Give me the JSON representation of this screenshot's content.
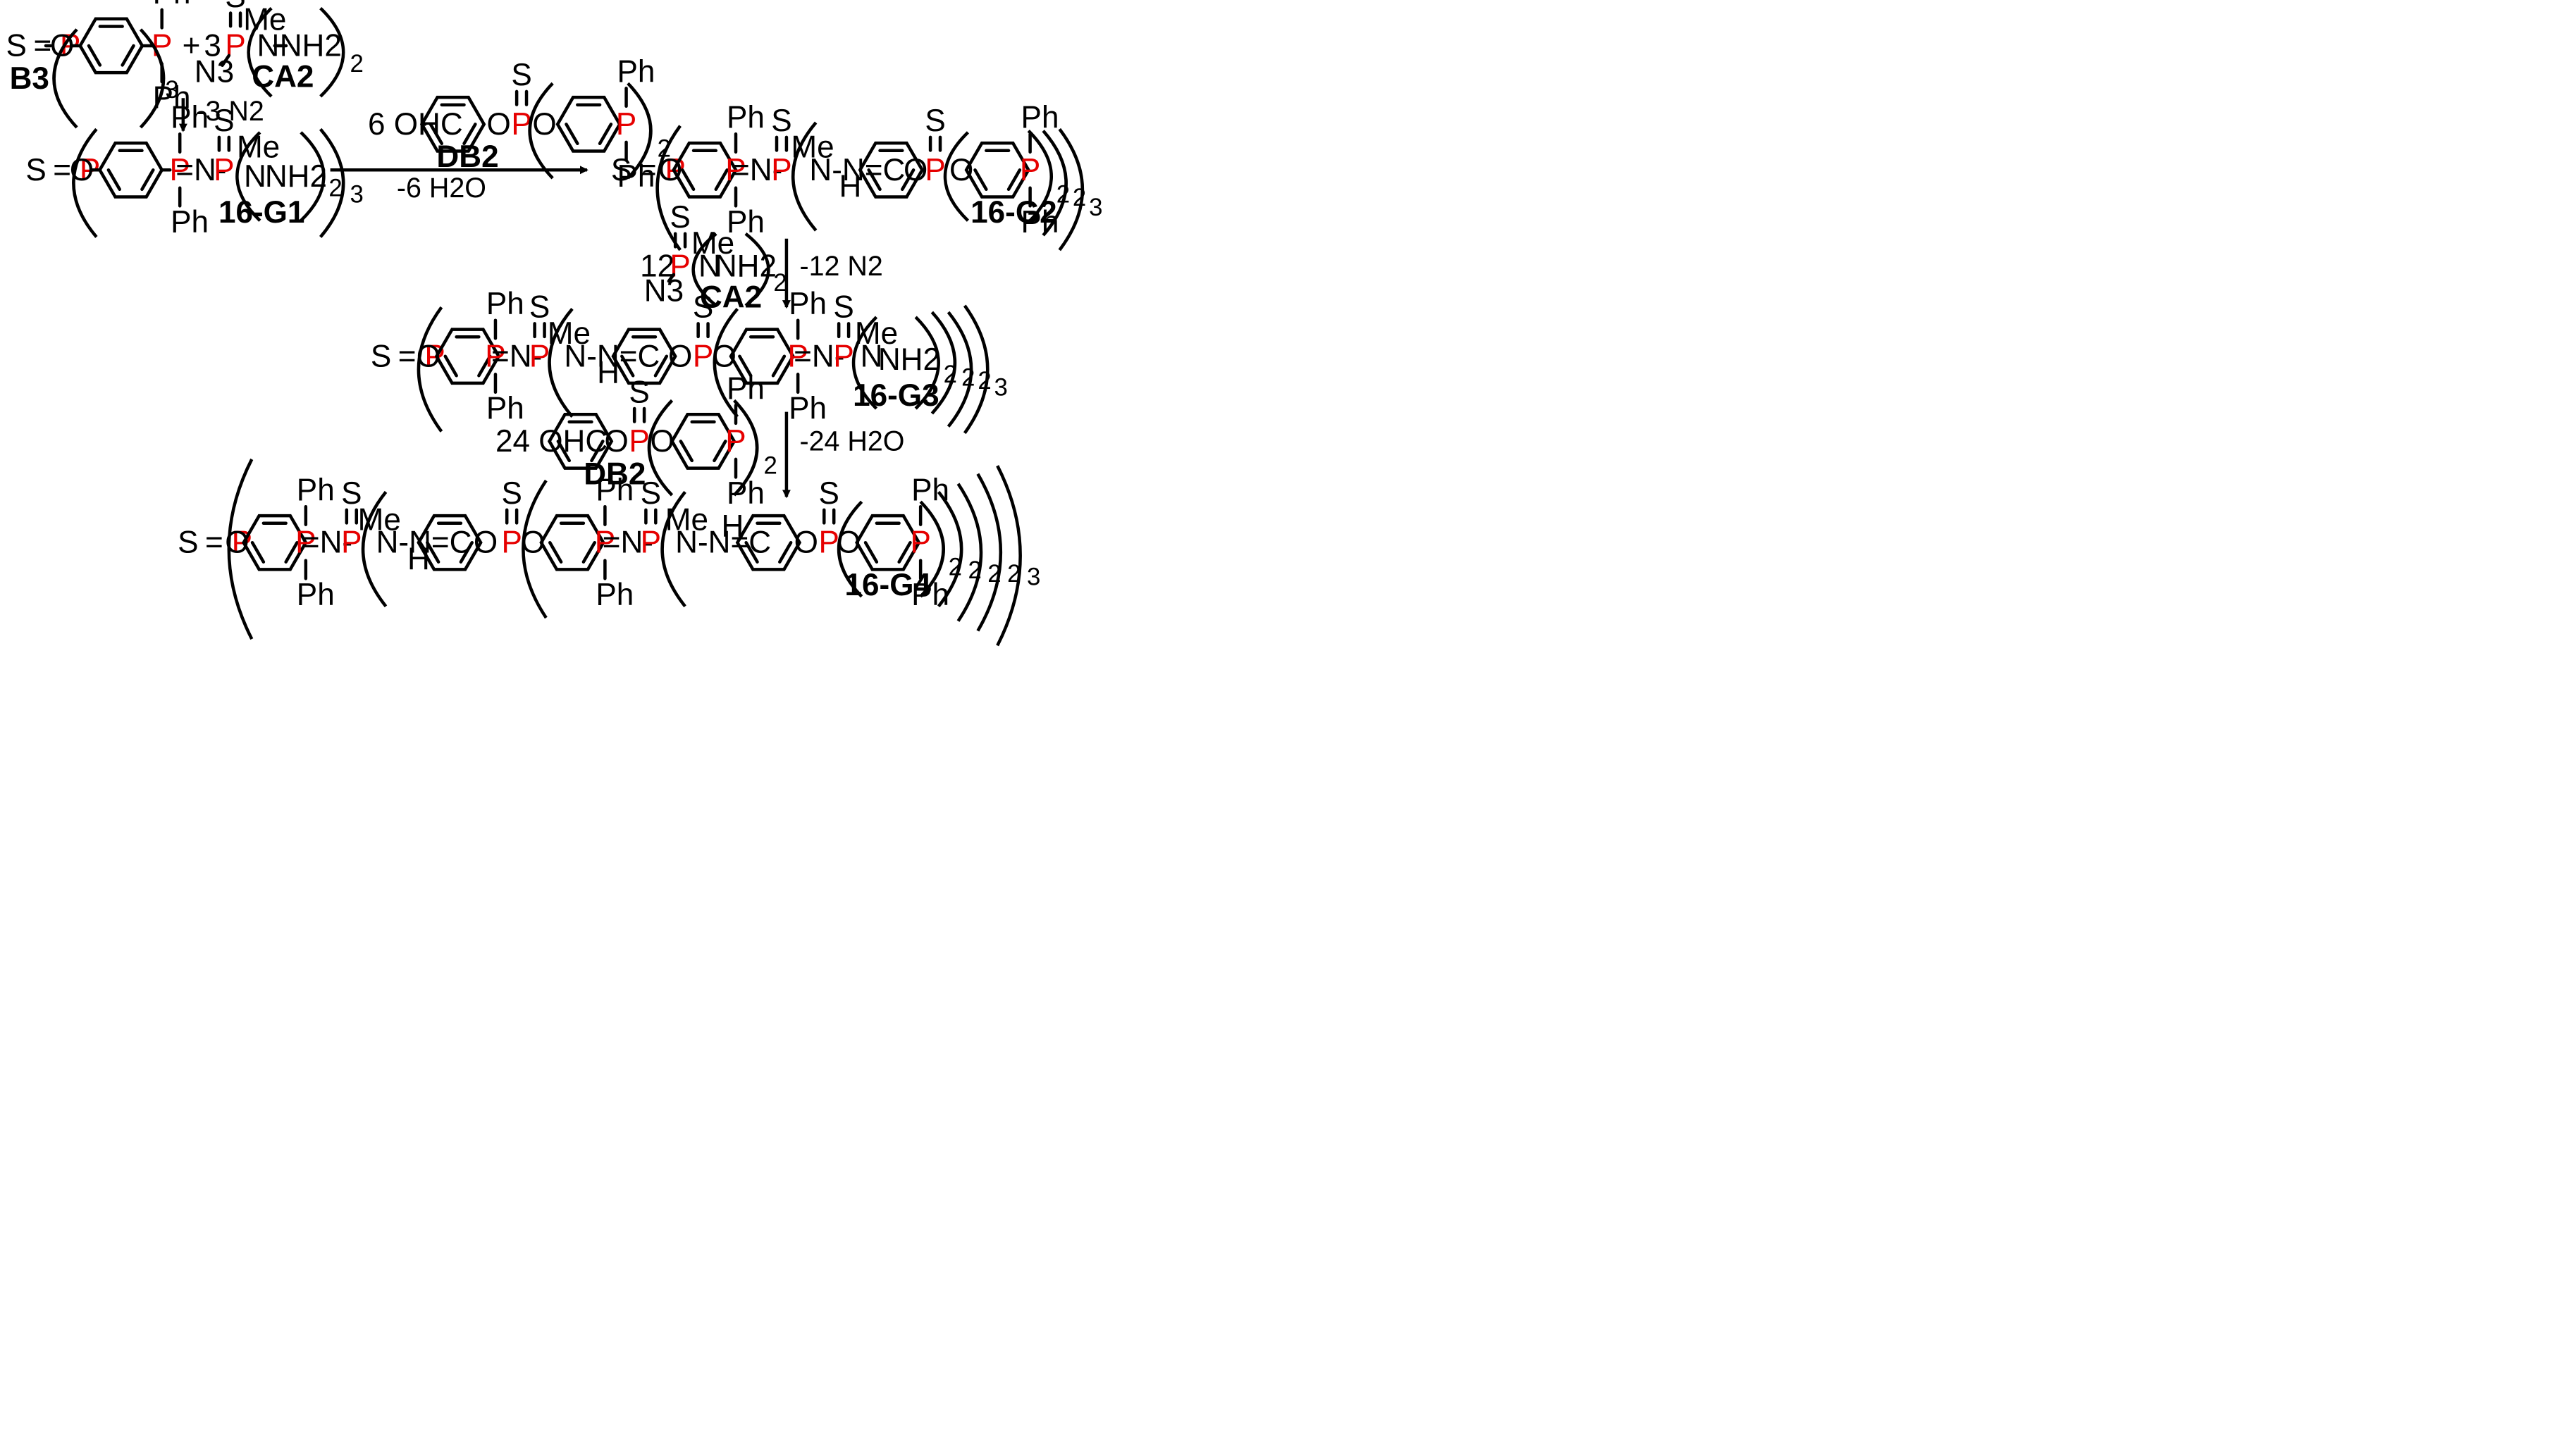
{
  "colors": {
    "phosphorus": "#e60000",
    "text": "#000000",
    "background": "#ffffff"
  },
  "atoms": {
    "P": "P",
    "S": "S",
    "O": "O",
    "N": "N",
    "H": "H",
    "Ph": "Ph",
    "Me": "Me",
    "NH2": "NH2",
    "OHC": "OHC",
    "N3": "N3"
  },
  "signs": {
    "plus": "+",
    "eq": "="
  },
  "labels": {
    "B3": "B3",
    "CA2": "CA2",
    "DB2": "DB2",
    "G1": "16-G1",
    "G2": "16-G2",
    "G3": "16-G3",
    "G4": "16-G4"
  },
  "coefficients": {
    "ca2_first": "3",
    "db2_first": "6",
    "ca2_second": "12",
    "db2_second": "24"
  },
  "subscripts": {
    "two": "2",
    "three": "3"
  },
  "conditions": {
    "step1": "-3 N2",
    "step2": "-6 H2O",
    "step3": "-12 N2",
    "step4": "-24 H2O"
  }
}
